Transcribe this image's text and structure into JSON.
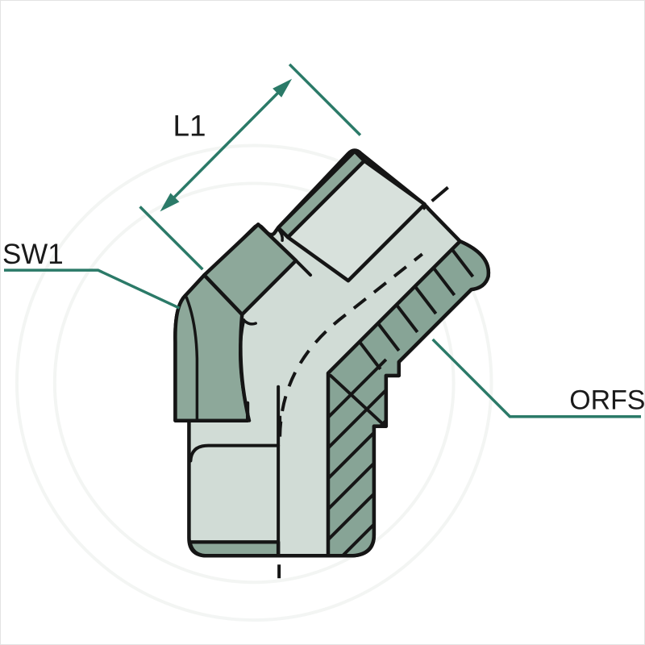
{
  "drawing": {
    "labels": {
      "dimension_length": "L1",
      "wrench_size": "SW1",
      "thread_type": "ORFS"
    },
    "colors": {
      "background": "#ffffff",
      "outline_black": "#151515",
      "body_light_green": "#d1dcd6",
      "face_light_green": "#d8e1dc",
      "facet_dark_green": "#8da89a",
      "thread_dark_green": "#87a496",
      "dimension_teal": "#2b7a68"
    }
  }
}
